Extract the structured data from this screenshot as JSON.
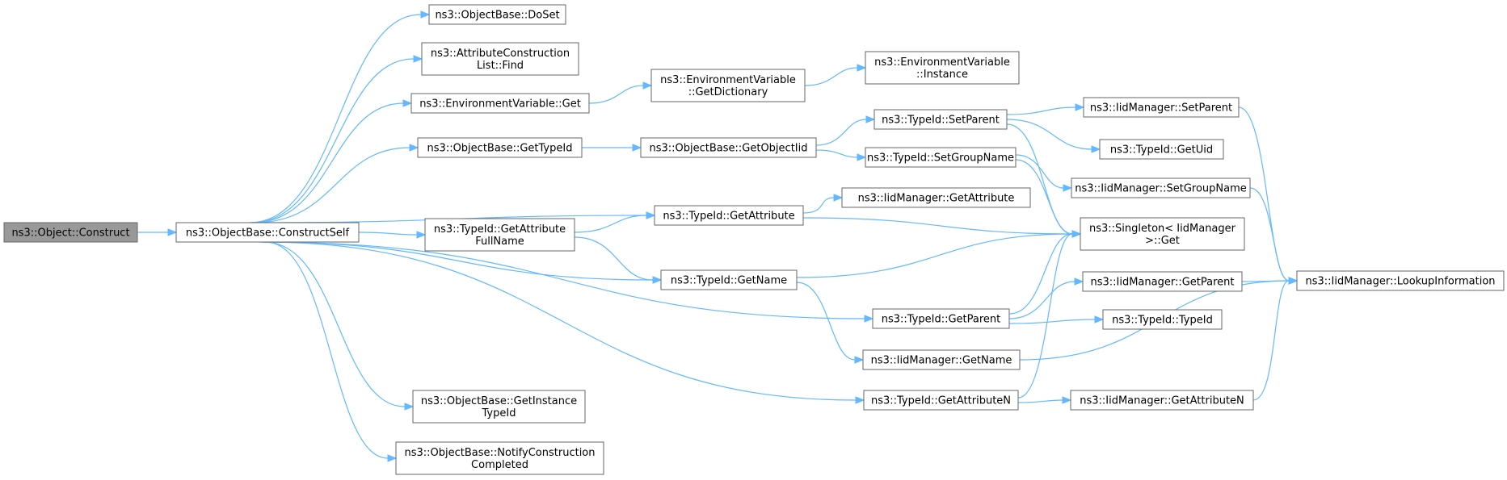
{
  "colors": {
    "edge": "#63b8ff",
    "node_border": "#666666",
    "root_fill": "#999999",
    "node_fill": "#ffffff"
  },
  "nodes": [
    {
      "id": "construct",
      "lines": [
        "ns3::Object::Construct"
      ],
      "root": true
    },
    {
      "id": "constructself",
      "lines": [
        "ns3::ObjectBase::ConstructSelf"
      ]
    },
    {
      "id": "doset",
      "lines": [
        "ns3::ObjectBase::DoSet"
      ]
    },
    {
      "id": "acfind",
      "lines": [
        "ns3::AttributeConstruction",
        "List::Find"
      ]
    },
    {
      "id": "envget",
      "lines": [
        "ns3::EnvironmentVariable::Get"
      ]
    },
    {
      "id": "obgettypeid",
      "lines": [
        "ns3::ObjectBase::GetTypeId"
      ]
    },
    {
      "id": "gaf",
      "lines": [
        "ns3::TypeId::GetAttribute",
        "FullName"
      ]
    },
    {
      "id": "getinstance",
      "lines": [
        "ns3::ObjectBase::GetInstance",
        "TypeId"
      ]
    },
    {
      "id": "notify",
      "lines": [
        "ns3::ObjectBase::NotifyConstruction",
        "Completed"
      ]
    },
    {
      "id": "getdict",
      "lines": [
        "ns3::EnvironmentVariable",
        "::GetDictionary"
      ]
    },
    {
      "id": "getobjectiid",
      "lines": [
        "ns3::ObjectBase::GetObjectIid"
      ]
    },
    {
      "id": "getattribute",
      "lines": [
        "ns3::TypeId::GetAttribute"
      ]
    },
    {
      "id": "getname",
      "lines": [
        "ns3::TypeId::GetName"
      ]
    },
    {
      "id": "envinstance",
      "lines": [
        "ns3::EnvironmentVariable",
        "::Instance"
      ]
    },
    {
      "id": "setparent",
      "lines": [
        "ns3::TypeId::SetParent"
      ]
    },
    {
      "id": "setgroupname",
      "lines": [
        "ns3::TypeId::SetGroupName"
      ]
    },
    {
      "id": "iidgetattribute",
      "lines": [
        "ns3::IidManager::GetAttribute"
      ]
    },
    {
      "id": "getparent",
      "lines": [
        "ns3::TypeId::GetParent"
      ]
    },
    {
      "id": "iidgetname",
      "lines": [
        "ns3::IidManager::GetName"
      ]
    },
    {
      "id": "getattributen",
      "lines": [
        "ns3::TypeId::GetAttributeN"
      ]
    },
    {
      "id": "iidsetparent",
      "lines": [
        "ns3::IidManager::SetParent"
      ]
    },
    {
      "id": "getuid",
      "lines": [
        "ns3::TypeId::GetUid"
      ]
    },
    {
      "id": "iidsetgroupname",
      "lines": [
        "ns3::IidManager::SetGroupName"
      ]
    },
    {
      "id": "singletonget",
      "lines": [
        "ns3::Singleton< IidManager",
        ">::Get"
      ]
    },
    {
      "id": "iidgetparent",
      "lines": [
        "ns3::IidManager::GetParent"
      ]
    },
    {
      "id": "typeidctor",
      "lines": [
        "ns3::TypeId::TypeId"
      ]
    },
    {
      "id": "iidgetattributen",
      "lines": [
        "ns3::IidManager::GetAttributeN"
      ]
    },
    {
      "id": "lookup",
      "lines": [
        "ns3::IidManager::LookupInformation"
      ]
    }
  ],
  "edges": [
    [
      "construct",
      "constructself"
    ],
    [
      "constructself",
      "doset"
    ],
    [
      "constructself",
      "acfind"
    ],
    [
      "constructself",
      "envget"
    ],
    [
      "constructself",
      "obgettypeid"
    ],
    [
      "constructself",
      "getattribute"
    ],
    [
      "constructself",
      "gaf"
    ],
    [
      "constructself",
      "getname"
    ],
    [
      "constructself",
      "getparent"
    ],
    [
      "constructself",
      "getattributen"
    ],
    [
      "constructself",
      "getinstance"
    ],
    [
      "constructself",
      "notify"
    ],
    [
      "envget",
      "getdict"
    ],
    [
      "getdict",
      "envinstance"
    ],
    [
      "obgettypeid",
      "getobjectiid"
    ],
    [
      "getobjectiid",
      "setparent"
    ],
    [
      "getobjectiid",
      "setgroupname"
    ],
    [
      "gaf",
      "getattribute"
    ],
    [
      "gaf",
      "getname"
    ],
    [
      "getattribute",
      "iidgetattribute"
    ],
    [
      "getattribute",
      "singletonget"
    ],
    [
      "getname",
      "singletonget"
    ],
    [
      "getname",
      "iidgetname"
    ],
    [
      "setparent",
      "iidsetparent"
    ],
    [
      "setparent",
      "getuid"
    ],
    [
      "setparent",
      "singletonget"
    ],
    [
      "setgroupname",
      "iidsetgroupname"
    ],
    [
      "setgroupname",
      "singletonget"
    ],
    [
      "getparent",
      "singletonget"
    ],
    [
      "getparent",
      "iidgetparent"
    ],
    [
      "getparent",
      "typeidctor"
    ],
    [
      "getattributen",
      "singletonget"
    ],
    [
      "getattributen",
      "iidgetattributen"
    ],
    [
      "iidgetname",
      "lookup"
    ],
    [
      "iidsetparent",
      "lookup"
    ],
    [
      "iidsetgroupname",
      "lookup"
    ],
    [
      "iidgetparent",
      "lookup"
    ],
    [
      "iidgetattributen",
      "lookup"
    ]
  ]
}
